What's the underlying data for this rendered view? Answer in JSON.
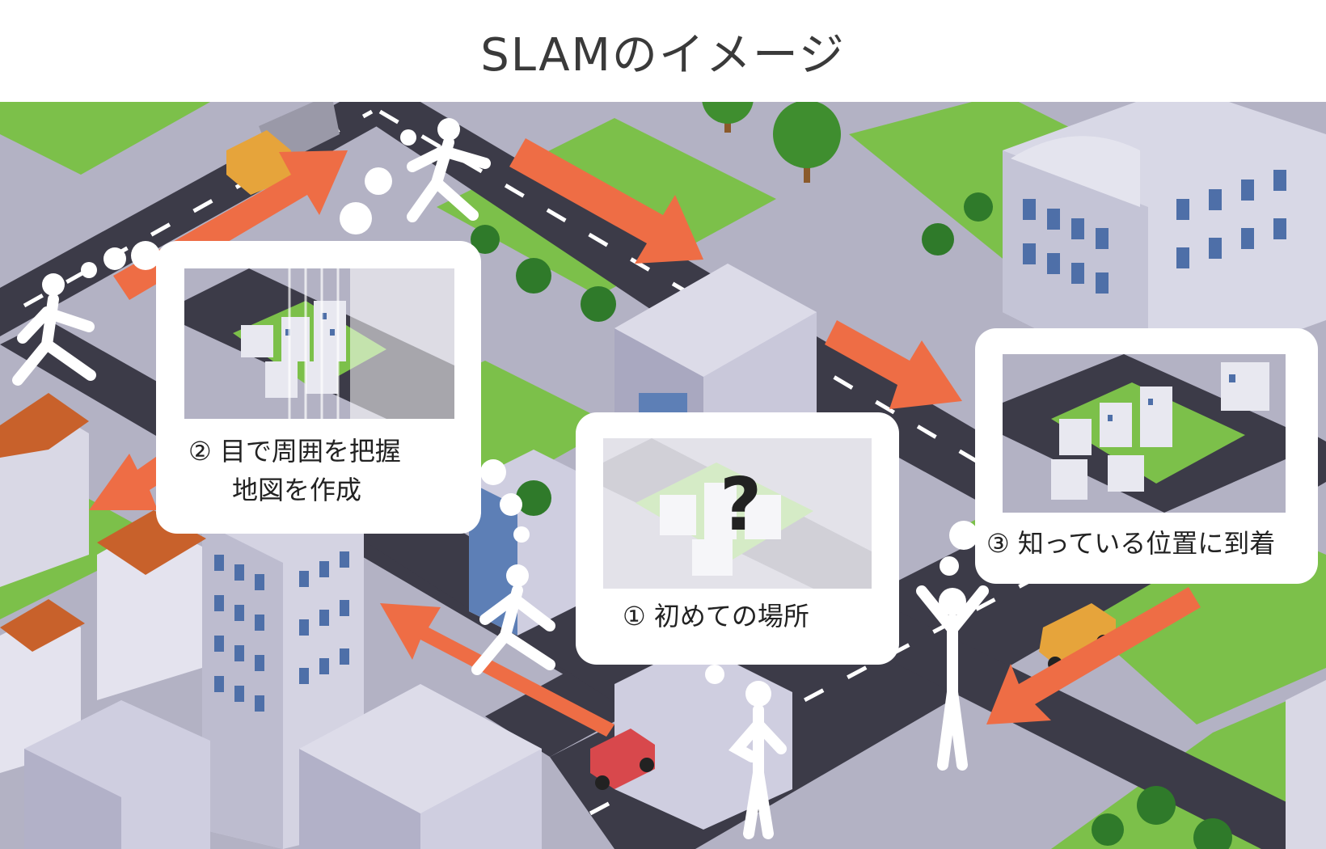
{
  "title": "SLAMのイメージ",
  "steps": [
    {
      "label": "① 初めての場所",
      "mark": "?"
    },
    {
      "label_line1": "② 目で周囲を把握",
      "label_line2": "地図を作成"
    },
    {
      "label": "③ 知っている位置に到着"
    }
  ],
  "colors": {
    "road": "#3c3b48",
    "grass": "#7cc04a",
    "sidewalk": "#b9b8c7",
    "arrow": "#ee6d45",
    "bubble": "#ffffff"
  }
}
